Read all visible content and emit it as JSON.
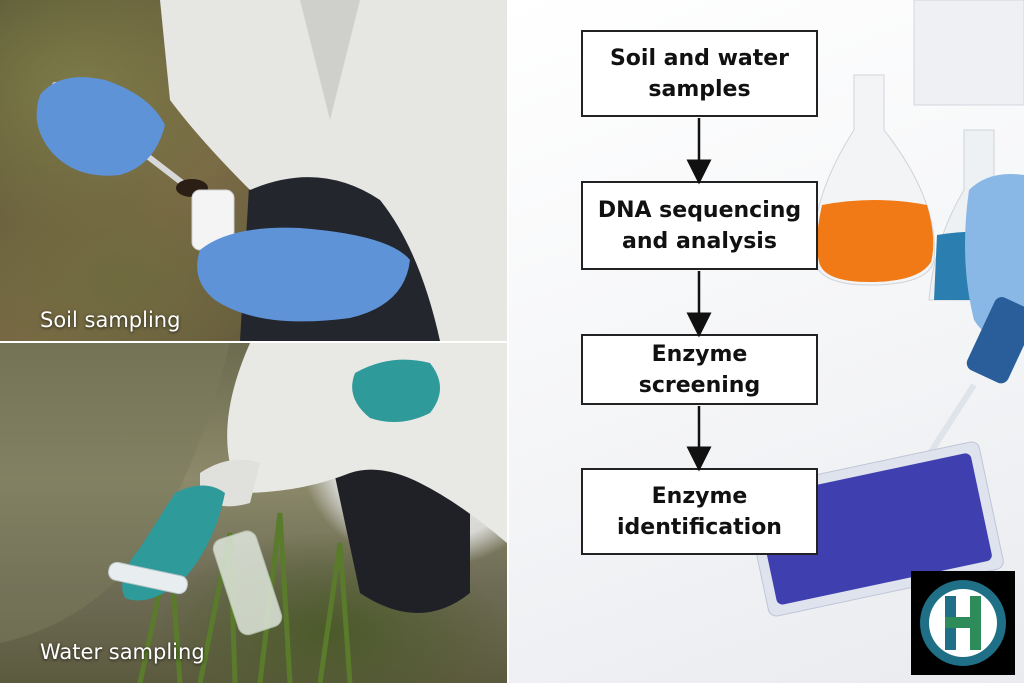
{
  "photos": {
    "soil_label": "Soil sampling",
    "water_label": "Water sampling"
  },
  "flowchart": {
    "steps": [
      "Soil and water\nsamples",
      "DNA sequencing\nand analysis",
      "Enzyme screening",
      "Enzyme\nidentification"
    ]
  },
  "logo": {
    "icon": "h-monogram-logo",
    "ring_color": "#1f6f86",
    "letter_color": "#2e8b5a"
  }
}
